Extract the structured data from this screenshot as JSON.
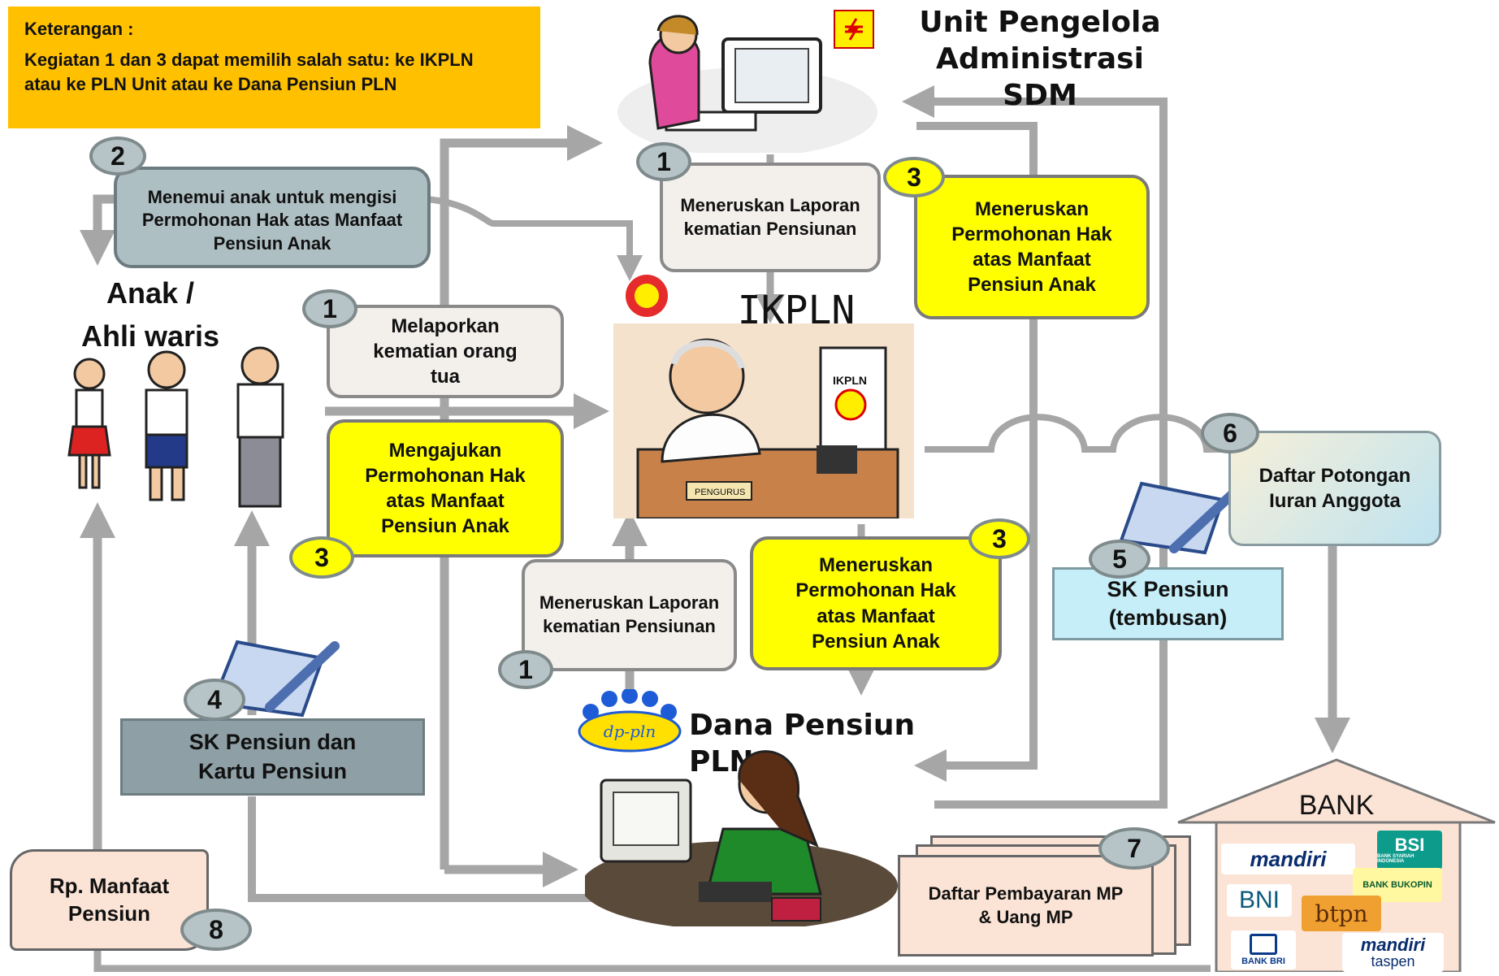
{
  "legend": {
    "title": "Keterangan :",
    "text": "Kegiatan 1 dan 3 dapat memilih salah satu: ke IKPLN atau  ke PLN Unit  atau ke Dana Pensiun PLN"
  },
  "actors": {
    "unit_sdm": "Unit Pengelola Administrasi SDM",
    "ikpln": "IKPLN",
    "ahli_waris_line1": "Anak /",
    "ahli_waris_line2": "Ahli  waris",
    "dana_pensiun": "Dana Pensiun PLN",
    "bank": "BANK",
    "ikpln_sign": "IKPLN",
    "pengurus_plate": "PENGURUS"
  },
  "steps": [
    {
      "num": "2",
      "text": "Menemui anak untuk mengisi Permohonan Hak atas Manfaat Pensiun Anak"
    },
    {
      "num": "1",
      "text": "Meneruskan Laporan kematian Pensiunan"
    },
    {
      "num": "3",
      "text": "Meneruskan Permohonan Hak atas Manfaat Pensiun Anak"
    },
    {
      "num": "1",
      "text": "Melaporkan kematian orang tua"
    },
    {
      "num": "3",
      "text": "Mengajukan Permohonan Hak atas Manfaat Pensiun Anak"
    },
    {
      "num": "1",
      "text": "Meneruskan Laporan kematian Pensiunan"
    },
    {
      "num": "3",
      "text": "Meneruskan Permohonan Hak atas Manfaat Pensiun Anak"
    },
    {
      "num": "4",
      "text": "SK Pensiun dan Kartu Pensiun"
    },
    {
      "num": "5",
      "text": "SK Pensiun (tembusan)"
    },
    {
      "num": "6",
      "text": "Daftar Potongan Iuran Anggota"
    },
    {
      "num": "7",
      "text": "Daftar Pembayaran MP & Uang MP"
    },
    {
      "num": "8",
      "text": "Rp. Manfaat Pensiun"
    }
  ],
  "banks": {
    "mandiri": "mandiri",
    "bsi": "BSI",
    "bsi_sub": "BANK SYARIAH INDONESIA",
    "bni": "BNI",
    "bukopin": "BANK BUKOPIN",
    "btpn": "btpn",
    "bri": "BANK BRI",
    "mandiri_taspen": "mandiri",
    "taspen": "taspen"
  },
  "logos": {
    "dp_pln": "dp-pln",
    "ikpln_logo": "IKPLN"
  },
  "colors": {
    "arrow": "#a6a6a6",
    "yellow_box": "#ffff00",
    "legend_bg": "#ffc000",
    "gray_box": "#aebfc3",
    "sk_dark": "#8ea0a6",
    "sk_light": "#c6eef8",
    "bank_bg": "#fbe4d6"
  }
}
